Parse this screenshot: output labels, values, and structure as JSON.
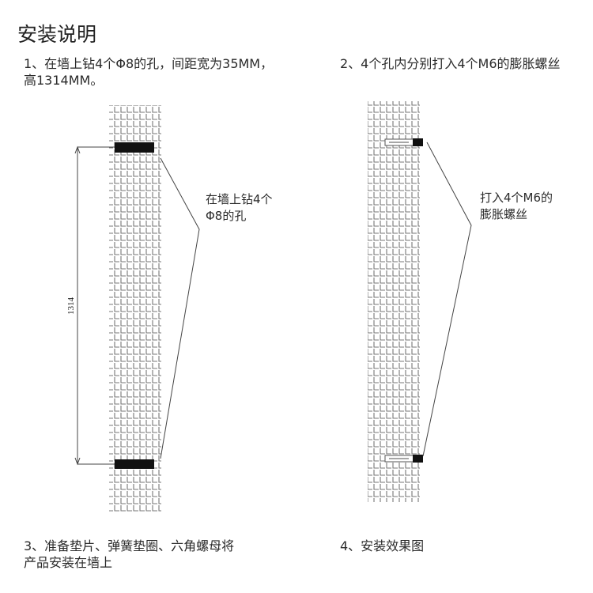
{
  "title": "安装说明",
  "steps": [
    {
      "line1": "1、在墙上钻4个Φ8的孔，间距宽为35MM，",
      "line2": "高1314MM。"
    },
    {
      "line1": "2、4个孔内分别打入4个M6的膨胀螺丝"
    },
    {
      "line1": "3、准备垫片、弹簧垫圈、六角螺母将",
      "line2": "产品安装在墙上"
    },
    {
      "line1": "4、安装效果图"
    }
  ],
  "callouts": {
    "holes": {
      "line1": "在墙上钻4个",
      "line2": "Φ8的孔"
    },
    "bolts": {
      "line1": "打入4个M6的",
      "line2": "膨胀螺丝"
    }
  },
  "dimension": {
    "height_label": "1314"
  },
  "colors": {
    "line": "#444444",
    "grid": "#777777",
    "hole": "#111111"
  }
}
